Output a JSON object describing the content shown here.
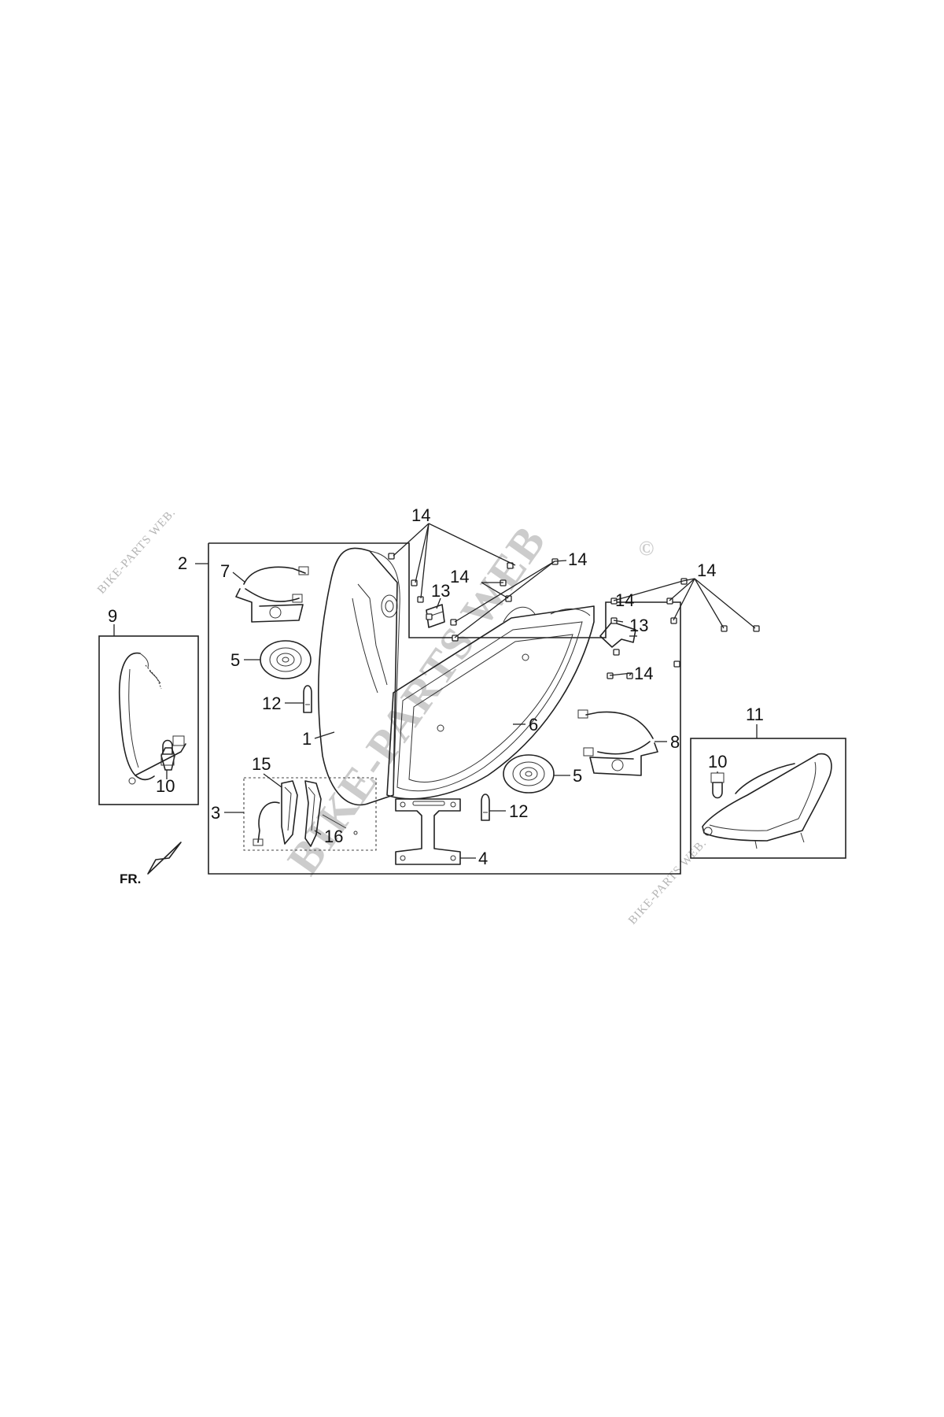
{
  "labels": {
    "l1": "1",
    "l2": "2",
    "l3": "3",
    "l4": "4",
    "l5a": "5",
    "l5b": "5",
    "l6": "6",
    "l7": "7",
    "l8": "8",
    "l9": "9",
    "l10a": "10",
    "l10b": "10",
    "l11": "11",
    "l12a": "12",
    "l12b": "12",
    "l13a": "13",
    "l13b": "13",
    "l14a": "14",
    "l14b": "14",
    "l14c": "14",
    "l14d": "14",
    "l14e": "14",
    "l14f": "14",
    "l15": "15",
    "l16": "16"
  },
  "front_marker": "FR.",
  "watermark": {
    "main": "BIKE-PARTS WEB",
    "copyright": "©",
    "small": "BIKE-PARTS WEB."
  },
  "colors": {
    "line": "#222222",
    "watermark": "#bcbcbc",
    "background": "#ffffff"
  }
}
